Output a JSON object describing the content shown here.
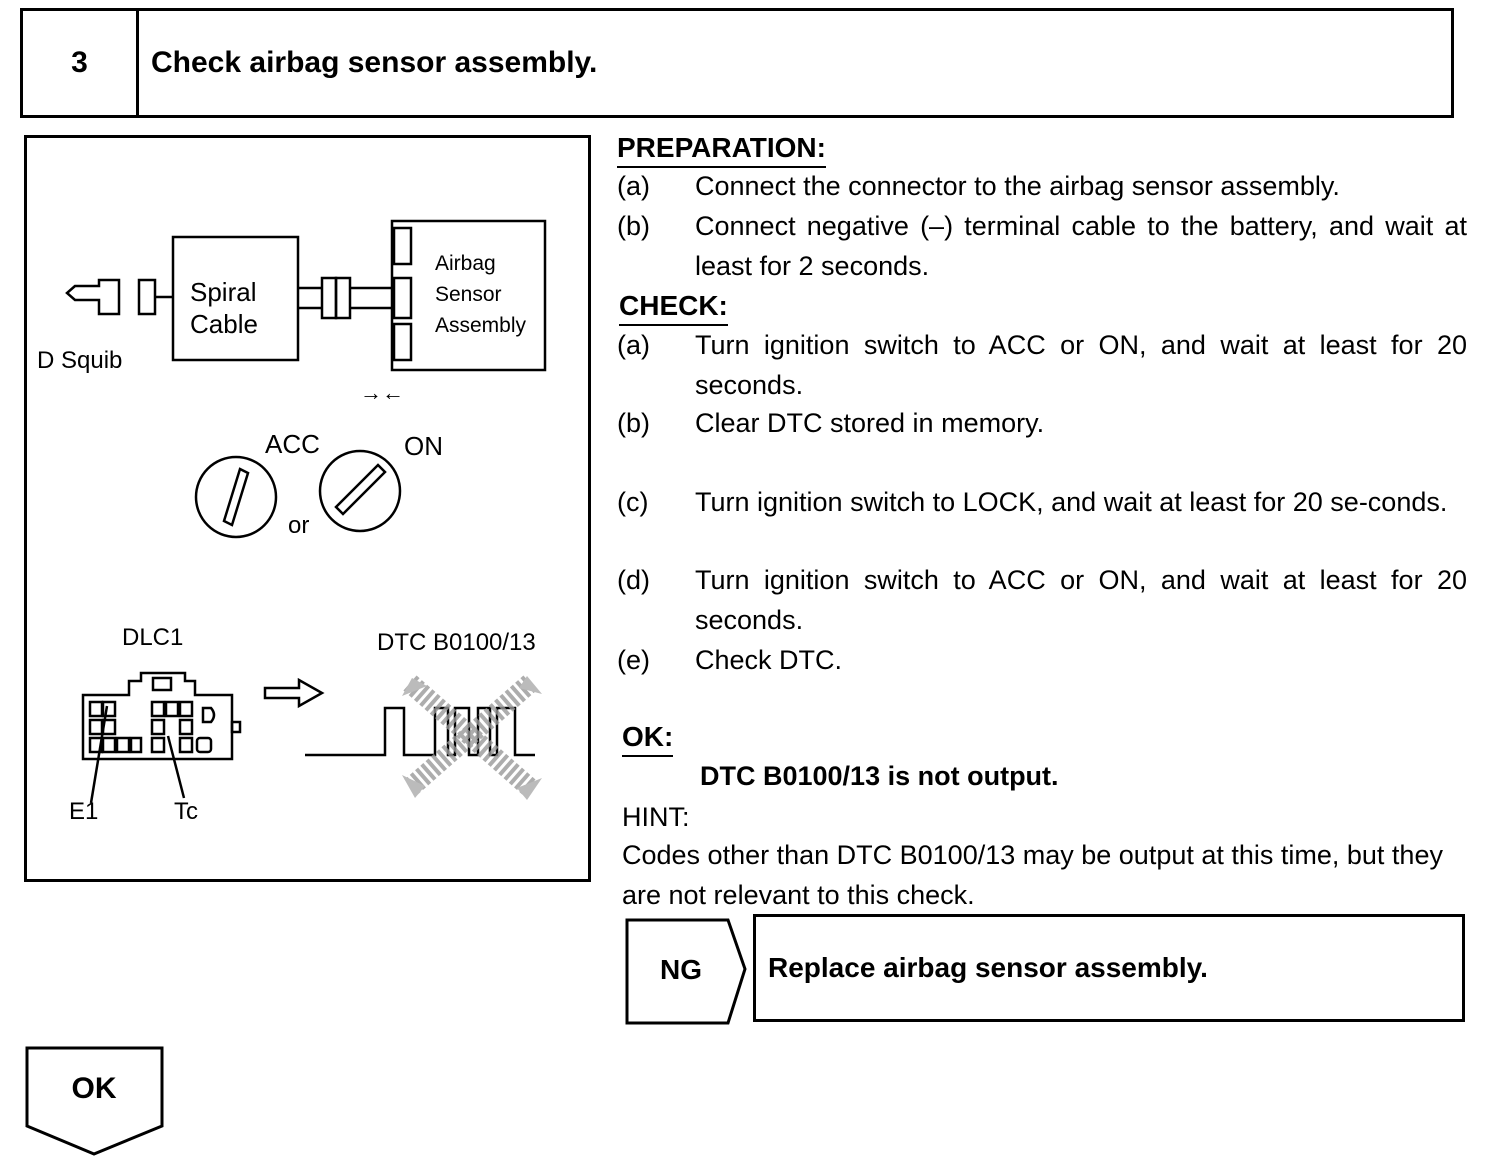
{
  "step": {
    "number": "3",
    "title": "Check airbag sensor assembly."
  },
  "figure": {
    "d_squib": "D Squib",
    "spiral_cable": [
      "Spiral",
      "Cable"
    ],
    "airbag_sensor": [
      "Airbag",
      "Sensor",
      "Assembly"
    ],
    "connect_arrows": "→←",
    "acc": "ACC",
    "on": "ON",
    "or": "or",
    "dlc1": "DLC1",
    "dtc": "DTC B0100/13",
    "e1": "E1",
    "tc": "Tc"
  },
  "preparation": {
    "heading": "PREPARATION:",
    "items": [
      {
        "letter": "(a)",
        "text": "Connect the connector to the airbag sensor assembly."
      },
      {
        "letter": "(b)",
        "text": "Connect negative (–) terminal cable to the battery, and wait at least for 2 seconds."
      }
    ]
  },
  "check": {
    "heading": "CHECK:",
    "items": [
      {
        "letter": "(a)",
        "text": "Turn ignition switch to ACC or ON, and wait at least for 20 seconds."
      },
      {
        "letter": "(b)",
        "text": "Clear DTC stored in memory."
      },
      {
        "letter": "(c)",
        "text": "Turn ignition switch to LOCK, and wait at least for 20 se-conds."
      },
      {
        "letter": "(d)",
        "text": "Turn ignition switch to ACC or ON, and wait at least for 20 seconds."
      },
      {
        "letter": "(e)",
        "text": "Check DTC."
      }
    ]
  },
  "ok": {
    "heading": "OK:",
    "result": "DTC B0100/13 is not output."
  },
  "hint": {
    "label": "HINT:",
    "text": "Codes other than DTC B0100/13 may be output at this time, but they are not relevant to this check."
  },
  "ng": {
    "label": "NG",
    "action": "Replace airbag sensor assembly."
  },
  "ok_flow": {
    "label": "OK"
  }
}
